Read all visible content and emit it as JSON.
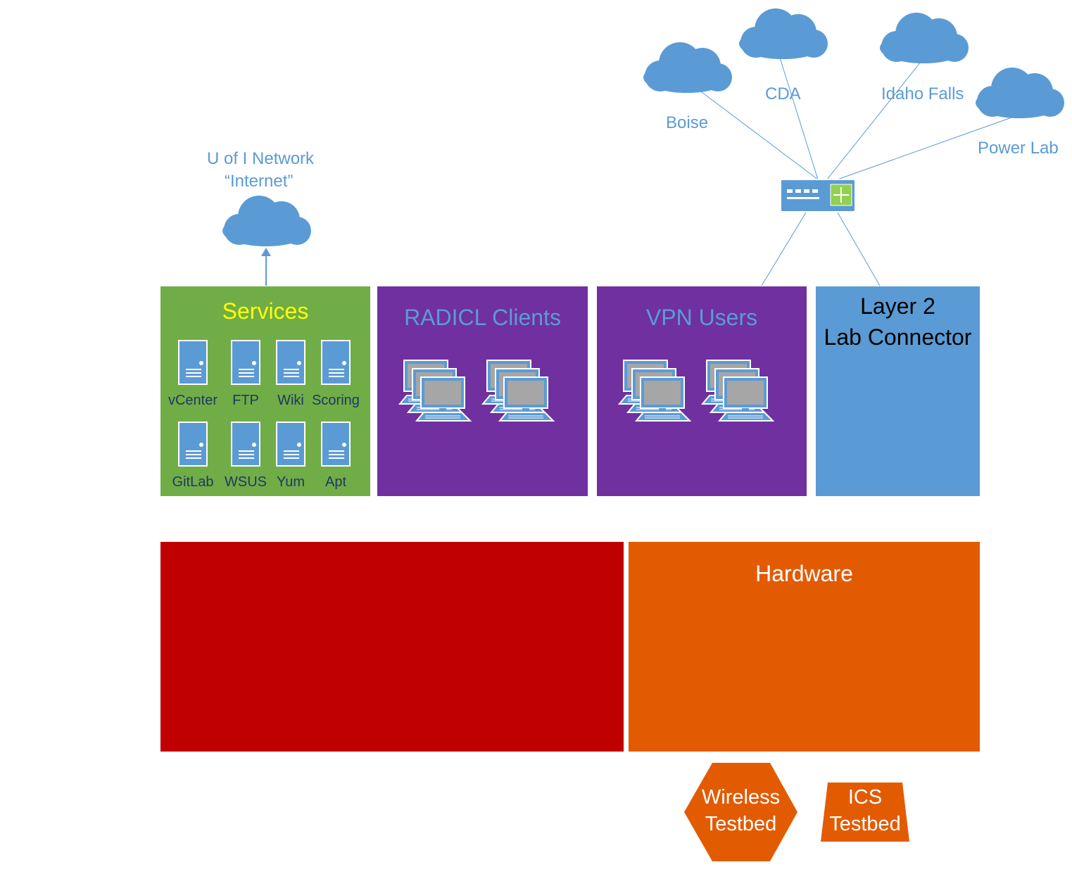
{
  "internet": {
    "line1": "U of I Network",
    "line2": "“Internet”"
  },
  "remote_sites": [
    "Boise",
    "CDA",
    "Idaho Falls",
    "Power Lab"
  ],
  "panels": {
    "services": {
      "title": "Services",
      "items": [
        "vCenter",
        "FTP",
        "Wiki",
        "Scoring",
        "GitLab",
        "WSUS",
        "Yum",
        "Apt"
      ]
    },
    "radicl_clients": {
      "title": "RADICL Clients"
    },
    "vpn_users": {
      "title": "VPN Users"
    },
    "layer2": {
      "line1": "Layer 2",
      "line2": "Lab Connector"
    },
    "hardware": {
      "title": "Hardware"
    }
  },
  "testbeds": {
    "wireless": {
      "line1": "Wireless",
      "line2": "Testbed"
    },
    "ics": {
      "line1": "ICS",
      "line2": "Testbed"
    }
  },
  "colors": {
    "cloud": "#5b9bd5",
    "services": "#70ad47",
    "services_title": "#ffff00",
    "clients": "#7030a0",
    "clients_title": "#5b9bd5",
    "layer2": "#5b9bd5",
    "red_block": "#c00000",
    "hardware": "#e35b00",
    "server_icon": "#5b9bd5"
  }
}
